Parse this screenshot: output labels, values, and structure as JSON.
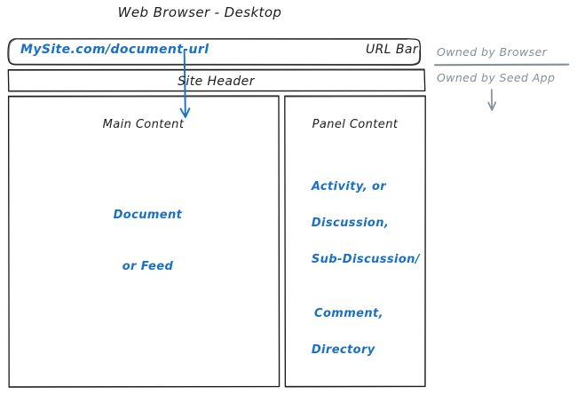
{
  "diagram": {
    "title": "Web Browser - Desktop",
    "colors": {
      "ink": "#1e1e1e",
      "accent_blue": "#1971c2",
      "muted_gray": "#868e96",
      "background": "#ffffff"
    }
  },
  "browser": {
    "url_bar": {
      "value": "MySite.com/document-url",
      "label": "URL Bar"
    },
    "site_header": {
      "label": "Site Header"
    }
  },
  "main_panel": {
    "title": "Main Content",
    "lines": [
      "Document",
      "or Feed"
    ]
  },
  "side_panel": {
    "title": "Panel Content",
    "lines": [
      "Activity, or",
      "Discussion,",
      "Sub-Discussion/",
      "Comment,",
      "Directory"
    ]
  },
  "ownership": {
    "browser_label": "Owned by Browser",
    "app_label": "Owned by Seed App"
  },
  "icons": {
    "url_to_content_arrow": "down-arrow-icon",
    "ownership_arrow": "down-arrow-icon",
    "ownership_divider": "horizontal-divider"
  }
}
